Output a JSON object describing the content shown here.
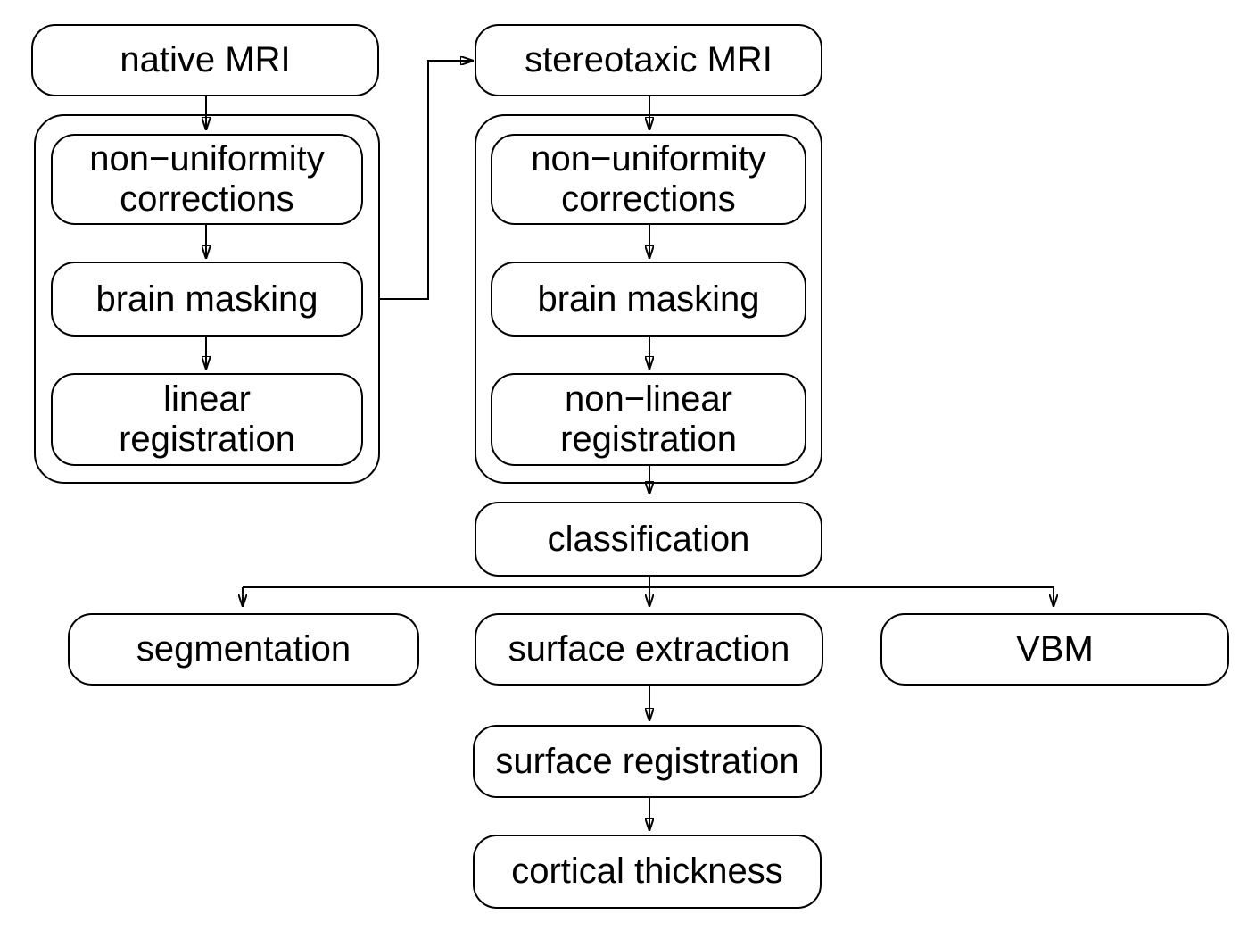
{
  "colors": {
    "stroke": "#000000",
    "background": "#ffffff",
    "text": "#000000"
  },
  "diagram": {
    "nodes": {
      "native_mri": {
        "label": "native MRI"
      },
      "left_nonuniformity_corrections": {
        "label": "non−uniformity\ncorrections"
      },
      "left_brain_masking": {
        "label": "brain masking"
      },
      "linear_registration": {
        "label": "linear\nregistration"
      },
      "stereotaxic_mri": {
        "label": "stereotaxic MRI"
      },
      "right_nonuniformity_corrections": {
        "label": "non−uniformity\ncorrections"
      },
      "right_brain_masking": {
        "label": "brain masking"
      },
      "nonlinear_registration": {
        "label": "non−linear\nregistration"
      },
      "classification": {
        "label": "classification"
      },
      "segmentation": {
        "label": "segmentation"
      },
      "surface_extraction": {
        "label": "surface extraction"
      },
      "vbm": {
        "label": "VBM"
      },
      "surface_registration": {
        "label": "surface registration"
      },
      "cortical_thickness": {
        "label": "cortical thickness"
      }
    },
    "edges": [
      {
        "from": "native MRI",
        "to": "non−uniformity corrections (native pipeline)"
      },
      {
        "from": "non−uniformity corrections (native pipeline)",
        "to": "brain masking (native pipeline)"
      },
      {
        "from": "brain masking (native pipeline)",
        "to": "linear registration"
      },
      {
        "from": "native pipeline",
        "to": "stereotaxic MRI"
      },
      {
        "from": "stereotaxic MRI",
        "to": "non−uniformity corrections (stereotaxic pipeline)"
      },
      {
        "from": "non−uniformity corrections (stereotaxic pipeline)",
        "to": "brain masking (stereotaxic pipeline)"
      },
      {
        "from": "brain masking (stereotaxic pipeline)",
        "to": "non−linear registration"
      },
      {
        "from": "non−linear registration",
        "to": "classification"
      },
      {
        "from": "classification",
        "to": "segmentation"
      },
      {
        "from": "classification",
        "to": "surface extraction"
      },
      {
        "from": "classification",
        "to": "VBM"
      },
      {
        "from": "surface extraction",
        "to": "surface registration"
      },
      {
        "from": "surface registration",
        "to": "cortical thickness"
      }
    ]
  }
}
